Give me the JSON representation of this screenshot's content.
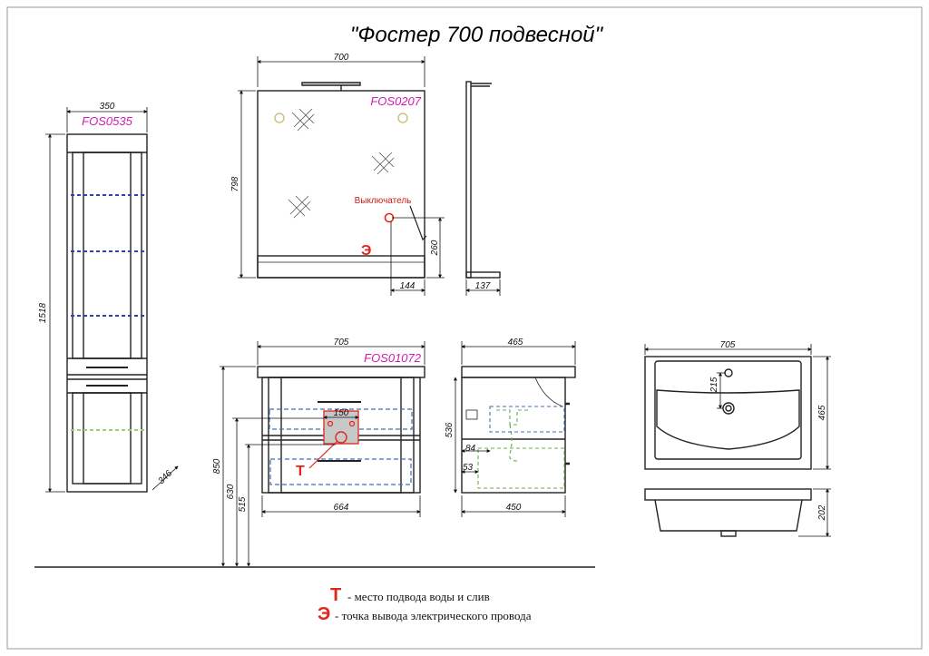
{
  "title": "\"Фостер 700 подвесной\"",
  "cabinet": {
    "code": "FOS0535",
    "width": "350",
    "height": "1518",
    "depth": "346"
  },
  "mirror": {
    "code": "FOS0207",
    "width": "700",
    "height": "798",
    "switch_label": "Выключатель",
    "switch_height": "260",
    "switch_offset": "144",
    "depth": "137",
    "electric_mark": "Э"
  },
  "vanity": {
    "code": "FOS01072",
    "width": "705",
    "inner_width": "664",
    "height_850": "850",
    "height_630": "630",
    "height_515": "515",
    "supply_width": "150",
    "water_mark": "Т"
  },
  "vanity_side": {
    "depth": "465",
    "bottom_depth": "450",
    "height": "536",
    "dim_84": "84",
    "dim_53": "53"
  },
  "basin": {
    "width": "705",
    "depth": "465",
    "tap_offset": "215",
    "height": "202"
  },
  "legend": [
    {
      "symbol": "Т",
      "text": "- место подвода воды и слив"
    },
    {
      "symbol": "Э",
      "text": "- точка вывода электрического провода"
    }
  ]
}
